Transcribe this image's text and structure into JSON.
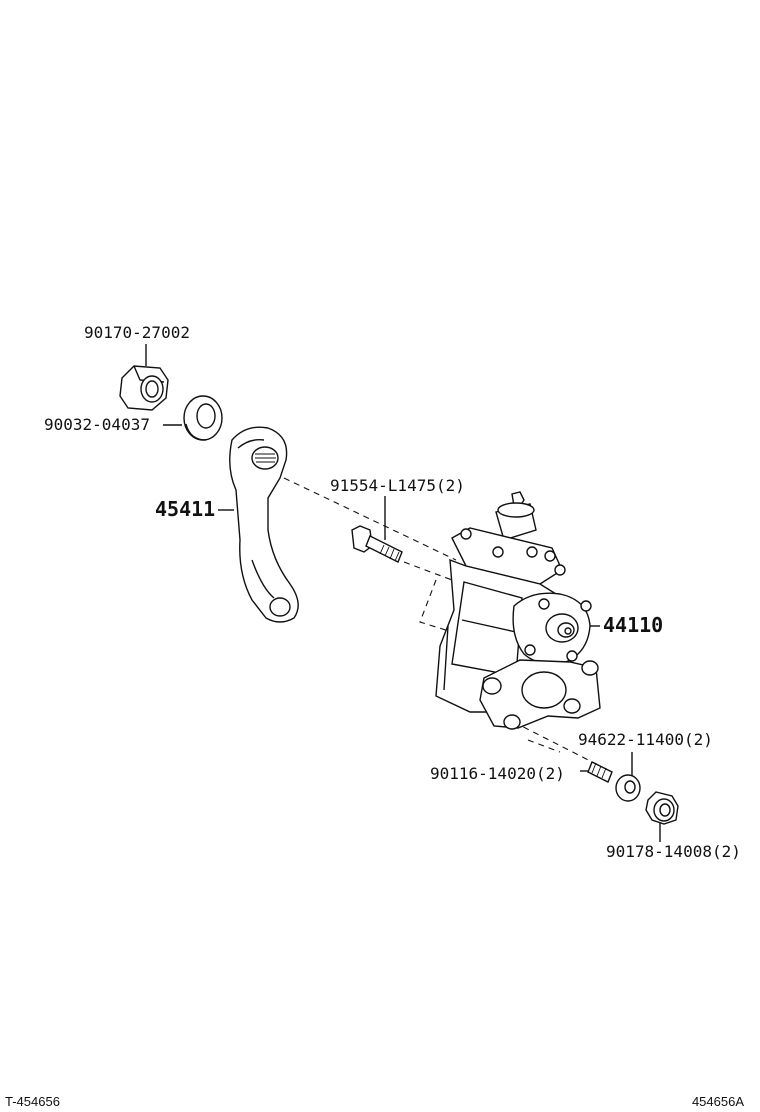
{
  "diagram": {
    "parts": [
      {
        "id": "nut-top",
        "number": "90170-27002"
      },
      {
        "id": "washer-top",
        "number": "90032-04037"
      },
      {
        "id": "pitman-arm",
        "number": "45411"
      },
      {
        "id": "bolt",
        "number": "91554-L1475(2)"
      },
      {
        "id": "gear-housing",
        "number": "44110"
      },
      {
        "id": "washer-bottom",
        "number": "94622-11400(2)"
      },
      {
        "id": "stud",
        "number": "90116-14020(2)"
      },
      {
        "id": "nut-bottom",
        "number": "90178-14008(2)"
      }
    ],
    "footer": {
      "left_code": "T-454656",
      "right_code": "454656A"
    }
  }
}
